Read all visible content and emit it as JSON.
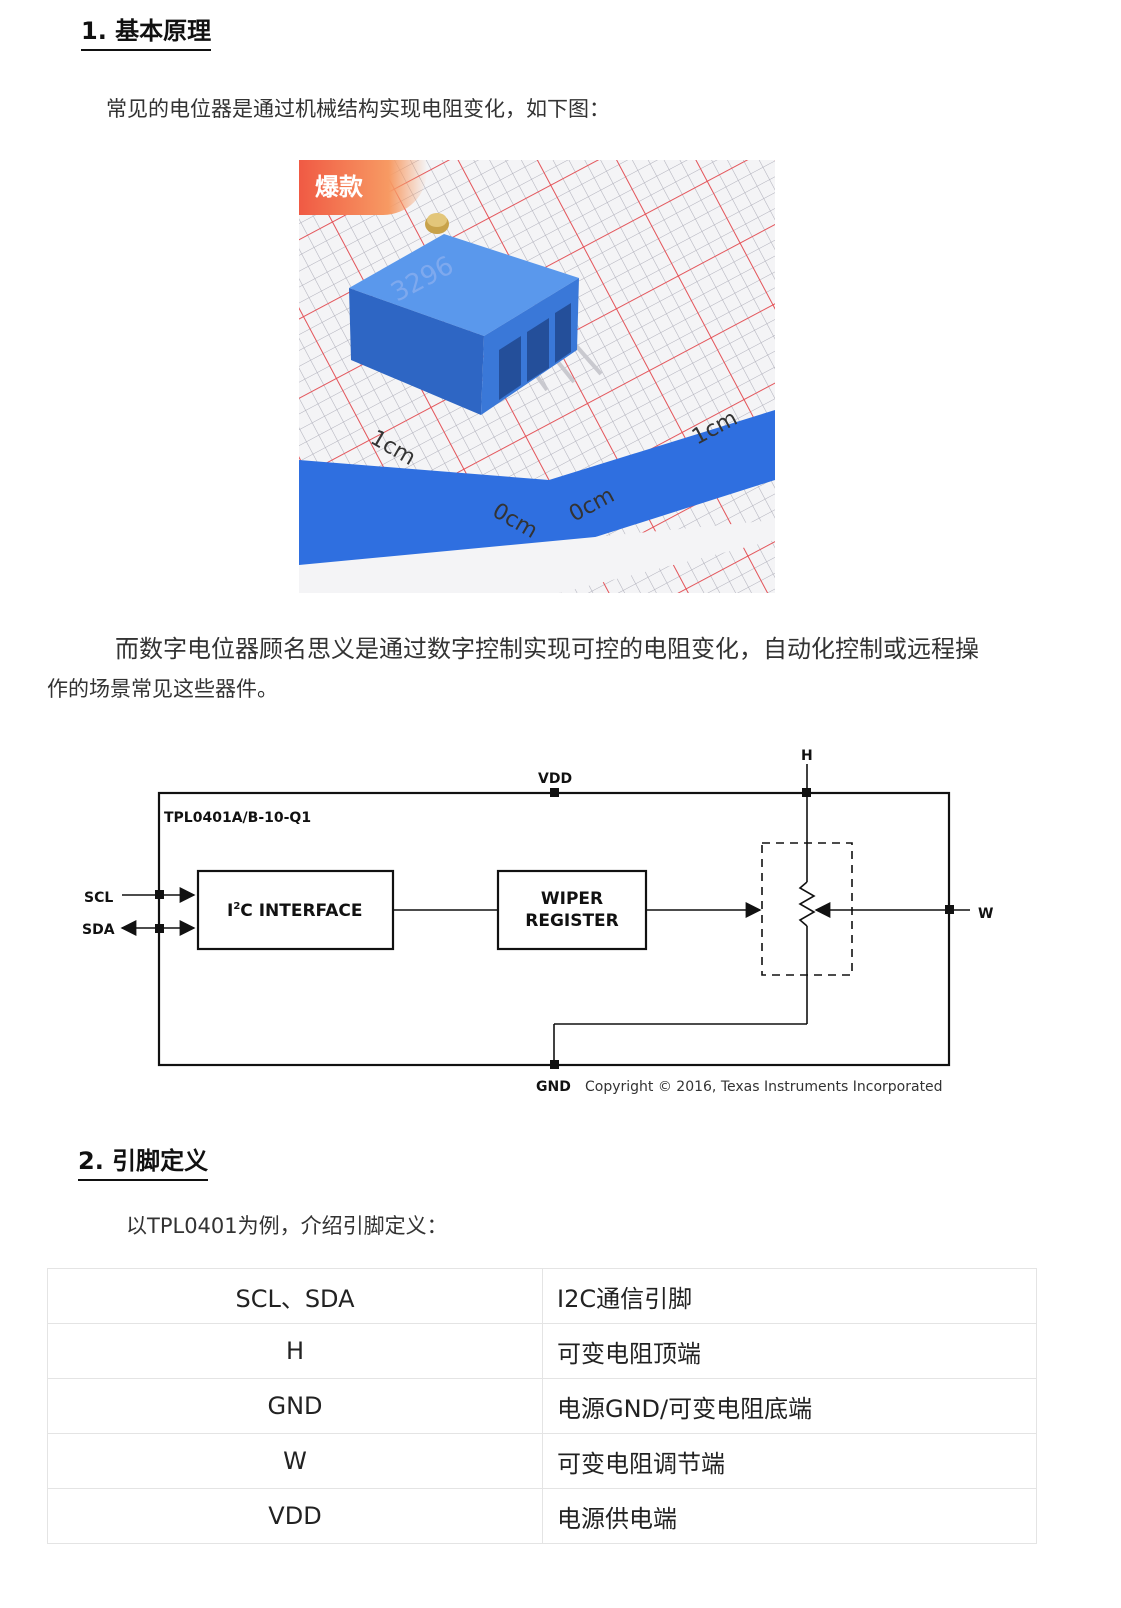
{
  "section1": {
    "heading": "1. 基本原理",
    "intro": "常见的电位器是通过机械结构实现电阻变化，如下图：",
    "photo": {
      "badge": "爆款",
      "part_print": "3296",
      "scale_labels": [
        "1cm",
        "1cm",
        "0cm",
        "0cm"
      ]
    },
    "paragraph_line1": "而数字电位器顾名思义是通过数字控制实现可控的电阻变化，自动化控制或远程操",
    "paragraph_line2": "作的场景常见这些器件。"
  },
  "diagram": {
    "chip_name": "TPL0401A/B-10-Q1",
    "pins": {
      "vdd": "VDD",
      "h": "H",
      "scl": "SCL",
      "sda": "SDA",
      "w": "W",
      "gnd": "GND"
    },
    "block_i2c_sup": "2",
    "block_i2c_rest": "C INTERFACE",
    "block_wiper_line1": "WIPER",
    "block_wiper_line2": "REGISTER",
    "copyright": "Copyright © 2016, Texas Instruments Incorporated"
  },
  "section2": {
    "heading": "2. 引脚定义",
    "intro": "以TPL0401为例，介绍引脚定义：",
    "table": [
      {
        "pin": "SCL、SDA",
        "desc": "I2C通信引脚"
      },
      {
        "pin": "H",
        "desc": "可变电阻顶端"
      },
      {
        "pin": "GND",
        "desc": "电源GND/可变电阻底端"
      },
      {
        "pin": "W",
        "desc": "可变电阻调节端"
      },
      {
        "pin": "VDD",
        "desc": "电源供电端"
      }
    ]
  },
  "colors": {
    "grid_red": "#e9484d",
    "pot_blue": "#3a78d8",
    "tray_blue": "#2f6fe0"
  }
}
